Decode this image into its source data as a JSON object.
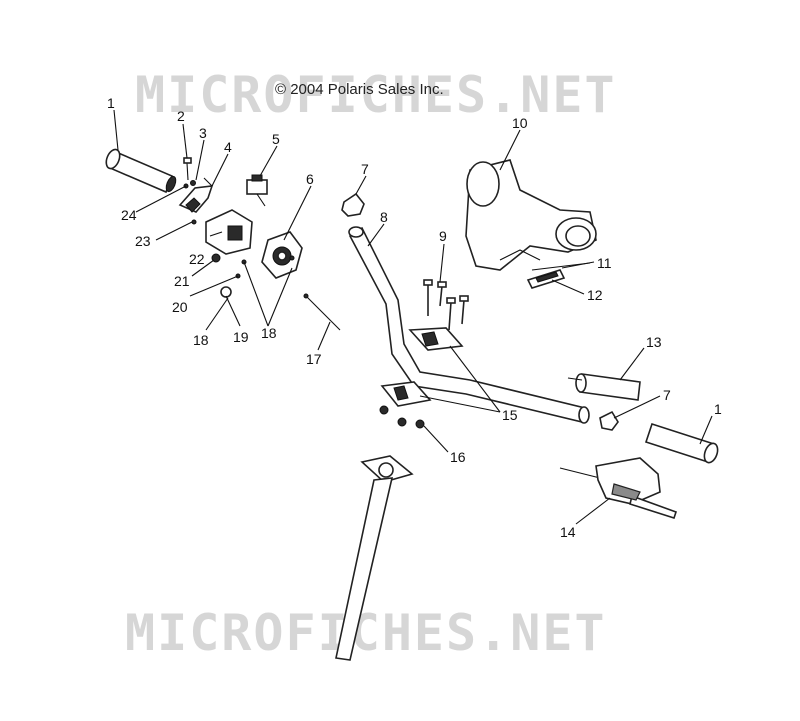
{
  "copyright": "© 2004 Polaris Sales Inc.",
  "watermarks": [
    "MICROFICHES.NET",
    "MICROFICHES.NET"
  ],
  "callouts": [
    "1",
    "2",
    "3",
    "4",
    "5",
    "6",
    "7",
    "8",
    "9",
    "10",
    "11",
    "12",
    "13",
    "7",
    "1",
    "14",
    "15",
    "16",
    "17",
    "18",
    "18",
    "19",
    "20",
    "21",
    "22",
    "23",
    "24"
  ]
}
